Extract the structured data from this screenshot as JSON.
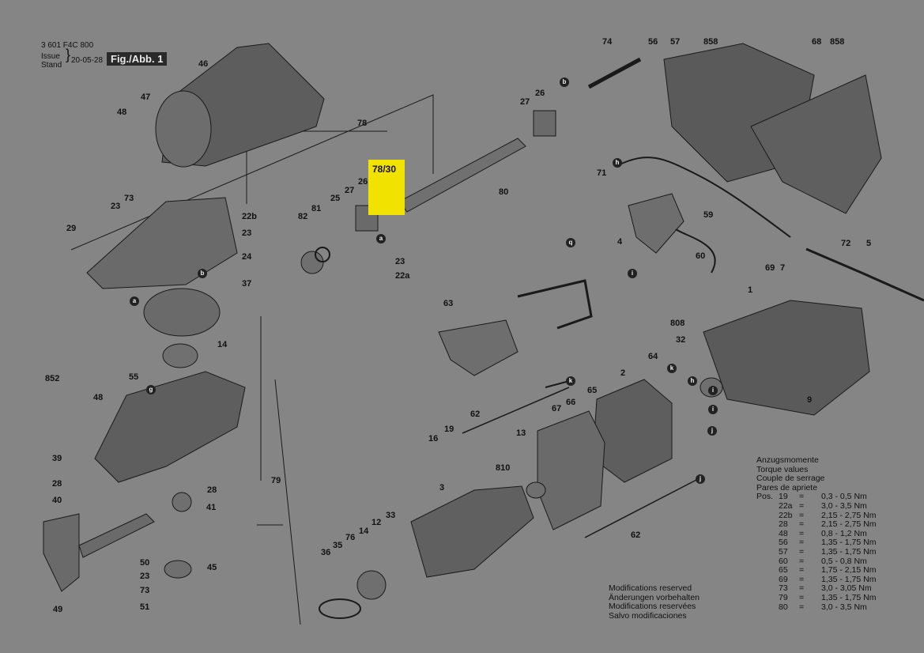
{
  "header": {
    "part_number": "3 601 F4C 800",
    "issue_label_1": "Issue",
    "issue_label_2": "Stand",
    "issue_date": "20-05-28",
    "figure_label": "Fig./Abb. 1"
  },
  "highlight": {
    "label": "78/30",
    "color": "#f2e200"
  },
  "callouts": [
    "46",
    "47",
    "48",
    "23",
    "73",
    "29",
    "22b",
    "23",
    "24",
    "37",
    "14",
    "78",
    "27",
    "26",
    "25",
    "27",
    "26",
    "82",
    "81",
    "23",
    "22a",
    "80",
    "74",
    "56",
    "57",
    "858",
    "68",
    "858",
    "71",
    "59",
    "4",
    "60",
    "72",
    "5",
    "69",
    "7",
    "63",
    "1",
    "808",
    "32",
    "2",
    "64",
    "65",
    "67",
    "66",
    "62",
    "16",
    "19",
    "13",
    "810",
    "3",
    "852",
    "48",
    "55",
    "39",
    "28",
    "28",
    "40",
    "41",
    "50",
    "23",
    "73",
    "51",
    "49",
    "36",
    "35",
    "76",
    "14",
    "33",
    "62",
    "12",
    "9",
    "45",
    "79"
  ],
  "connector_letters": [
    "a",
    "b",
    "b",
    "a",
    "h",
    "q",
    "i",
    "k",
    "h",
    "i",
    "k",
    "i",
    "j",
    "j",
    "g"
  ],
  "torque": {
    "title_de": "Anzugsmomente",
    "title_en": "Torque values",
    "title_fr": "Couple de serrage",
    "title_es": "Pares de apriete",
    "pos_label": "Pos.",
    "rows": [
      {
        "pos": "19",
        "eq": "=",
        "val": "0,3 - 0,5 Nm"
      },
      {
        "pos": "22a",
        "eq": "=",
        "val": "3,0 - 3,5 Nm"
      },
      {
        "pos": "22b",
        "eq": "=",
        "val": "2,15 - 2,75 Nm"
      },
      {
        "pos": "28",
        "eq": "=",
        "val": "2,15 - 2,75 Nm"
      },
      {
        "pos": "48",
        "eq": "=",
        "val": "0,8 - 1,2 Nm"
      },
      {
        "pos": "56",
        "eq": "=",
        "val": "1,35 - 1,75 Nm"
      },
      {
        "pos": "57",
        "eq": "=",
        "val": "1,35 - 1,75 Nm"
      },
      {
        "pos": "60",
        "eq": "=",
        "val": "0,5 - 0,8 Nm"
      },
      {
        "pos": "65",
        "eq": "=",
        "val": "1,75 - 2,15 Nm"
      },
      {
        "pos": "69",
        "eq": "=",
        "val": "1,35 - 1,75 Nm"
      },
      {
        "pos": "73",
        "eq": "=",
        "val": "3,0 - 3,05 Nm"
      },
      {
        "pos": "79",
        "eq": "=",
        "val": "1,35 - 1,75 Nm"
      },
      {
        "pos": "80",
        "eq": "=",
        "val": "3,0 - 3,5 Nm"
      }
    ]
  },
  "modifications": {
    "en": "Modifications reserved",
    "de": "Änderungen vorbehalten",
    "fr": "Modifications reservées",
    "es": "Salvo modificaciones"
  }
}
